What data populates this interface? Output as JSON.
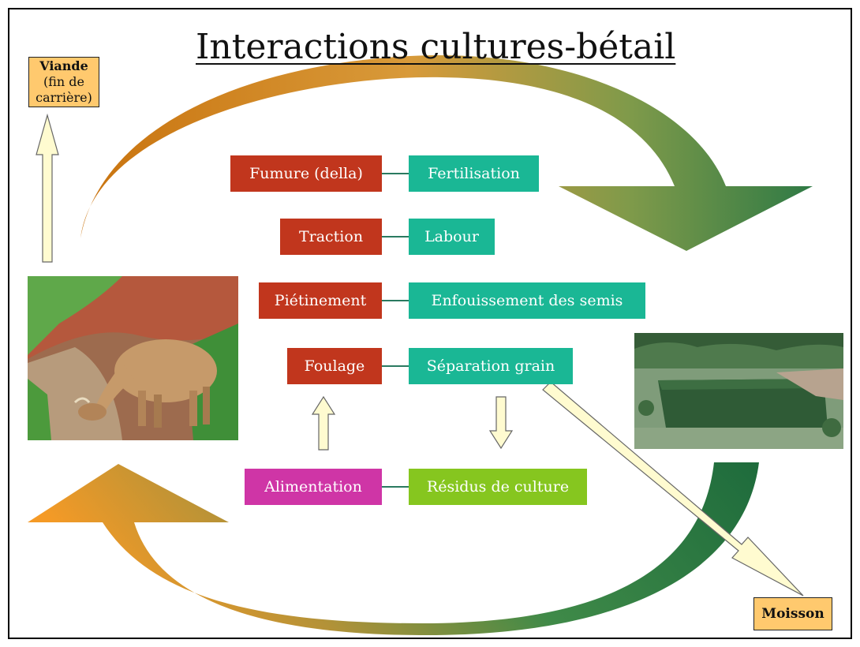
{
  "title": "Interactions cultures-bétail",
  "pairs": [
    {
      "left": "Fumure (della)",
      "right": "Fertilisation"
    },
    {
      "left": "Traction",
      "right": "Labour"
    },
    {
      "left": "Piétinement",
      "right": "Enfouissement des semis"
    },
    {
      "left": "Foulage",
      "right": "Séparation grain"
    },
    {
      "left": "Alimentation",
      "right": "Résidus de culture"
    }
  ],
  "viande": {
    "bold": "Viande",
    "rest": " (fin de carrière)"
  },
  "moisson": "Moisson",
  "colors": {
    "red_box": "#c1361d",
    "teal_box": "#1ab795",
    "magenta_box": "#cf35a6",
    "lime_box": "#86c61f",
    "label_box": "#ffc96e",
    "arrow_orange": "#d98a1f",
    "arrow_green": "#2c7a45",
    "pale_arrow": "#fffbd0"
  },
  "images": [
    "cow drinking in stream",
    "aerial view of crop field"
  ]
}
